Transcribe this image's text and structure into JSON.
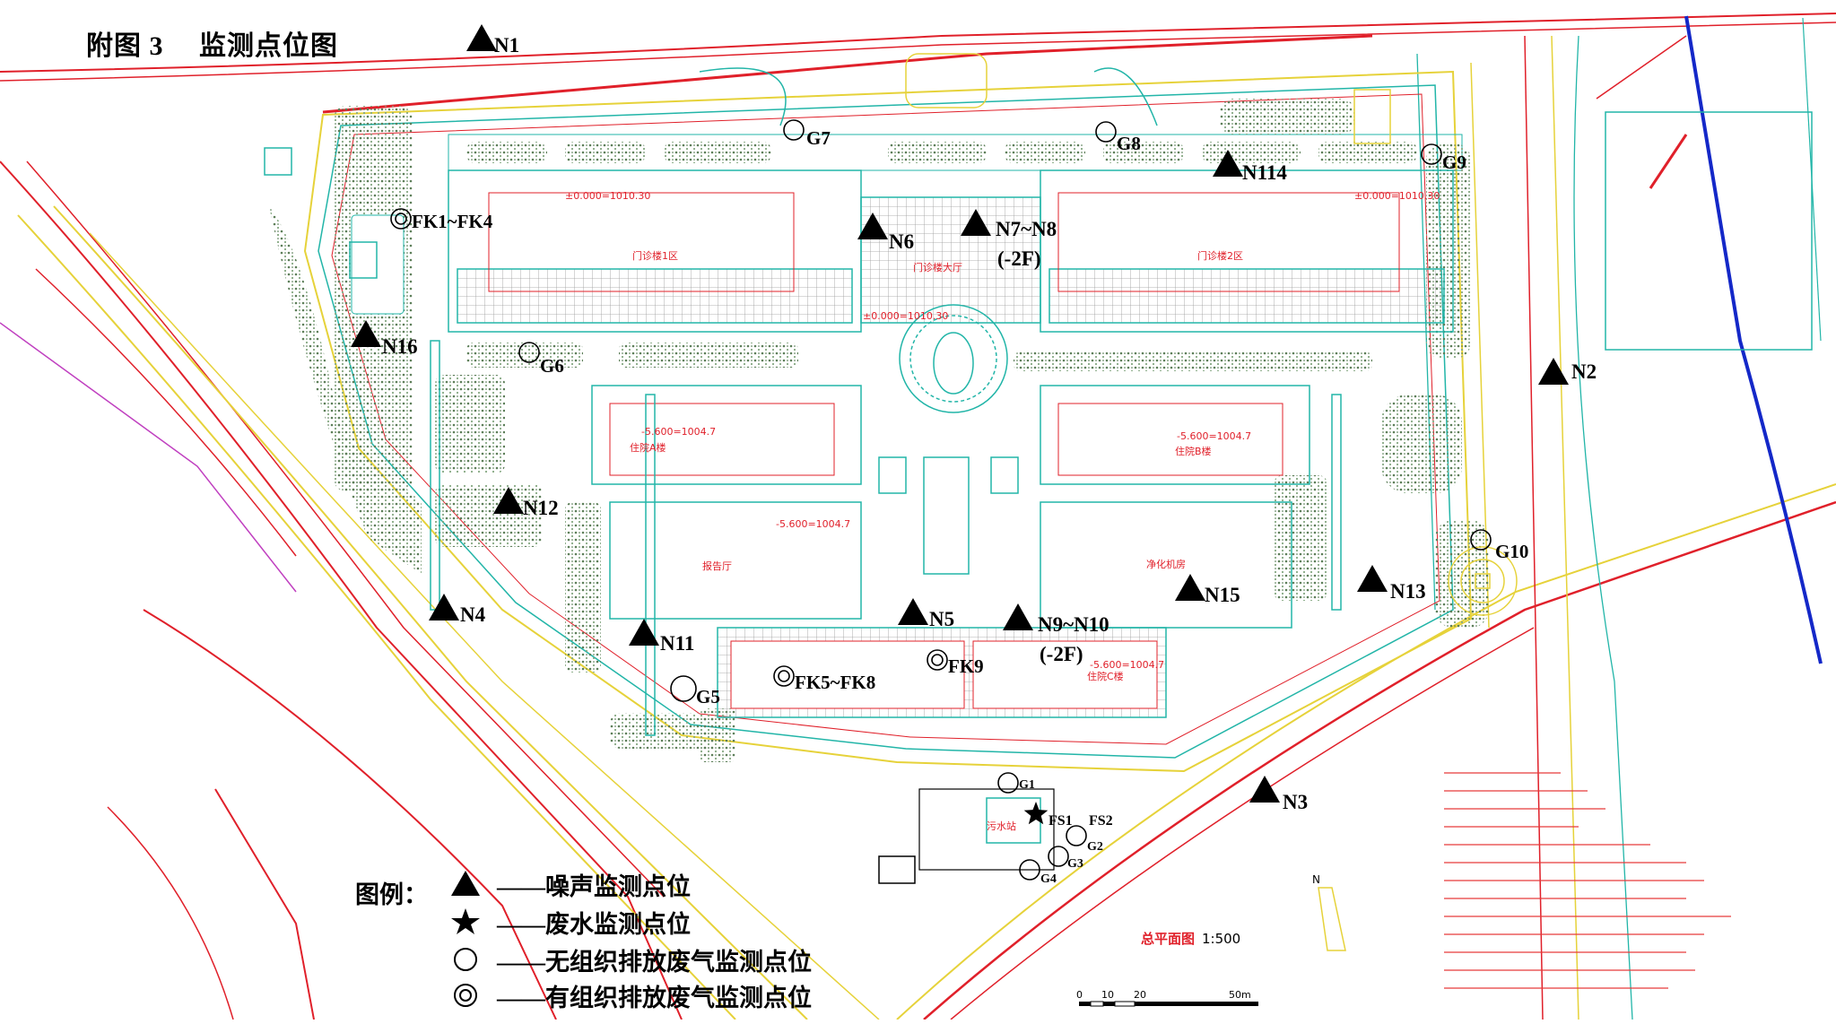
{
  "figure": {
    "title": "附图 3　 监测点位图"
  },
  "legend": {
    "heading": "图例：",
    "noise": "——噪声监测点位",
    "wastewater": "——废水监测点位",
    "unorganized_gas": "——无组织排放废气监测点位",
    "organized_gas": "——有组织排放废气监测点位"
  },
  "noise_points": [
    {
      "id": "N1",
      "label": "N1"
    },
    {
      "id": "N2",
      "label": "N2"
    },
    {
      "id": "N3",
      "label": "N3"
    },
    {
      "id": "N4",
      "label": "N4"
    },
    {
      "id": "N5",
      "label": "N5"
    },
    {
      "id": "N6",
      "label": "N6"
    },
    {
      "id": "N7-N8",
      "label": "N7~N8",
      "sub": "(-2F)"
    },
    {
      "id": "N9-N10",
      "label": "N9~N10",
      "sub": "(-2F)"
    },
    {
      "id": "N11",
      "label": "N11"
    },
    {
      "id": "N12",
      "label": "N12"
    },
    {
      "id": "N13",
      "label": "N13"
    },
    {
      "id": "N114",
      "label": "N114"
    },
    {
      "id": "N15",
      "label": "N15"
    },
    {
      "id": "N16",
      "label": "N16"
    }
  ],
  "wastewater_points": [
    {
      "id": "FS1",
      "label": "FS1"
    },
    {
      "id": "FS2",
      "label": "FS2"
    }
  ],
  "unorganized_points": [
    {
      "id": "G1",
      "label": "G1"
    },
    {
      "id": "G2",
      "label": "G2"
    },
    {
      "id": "G3",
      "label": "G3"
    },
    {
      "id": "G4",
      "label": "G4"
    },
    {
      "id": "G5",
      "label": "G5"
    },
    {
      "id": "G6",
      "label": "G6"
    },
    {
      "id": "G7",
      "label": "G7"
    },
    {
      "id": "G8",
      "label": "G8"
    },
    {
      "id": "G9",
      "label": "G9"
    },
    {
      "id": "G10",
      "label": "G10"
    }
  ],
  "organized_points": [
    {
      "id": "FK1-FK4",
      "label": "FK1~FK4"
    },
    {
      "id": "FK5-FK8",
      "label": "FK5~FK8"
    },
    {
      "id": "FK9",
      "label": "FK9"
    }
  ],
  "plan_labels": {
    "outpatient_1": "门诊楼1区",
    "outpatient_2": "门诊楼2区",
    "outpatient_hall": "门诊楼大厅",
    "inpatient_a": "住院A楼",
    "inpatient_b": "住院B楼",
    "inpatient_c": "住院C楼",
    "hall": "报告厅",
    "purification": "净化机房",
    "sewage": "污水站",
    "elev_main": "±0.000=1010.30",
    "elev_low": "-5.600=1004.7",
    "plan_name": "总平面图",
    "plan_scale": "1:500",
    "scale_ticks": [
      "0",
      "10",
      "20",
      "50m"
    ],
    "north": "N"
  },
  "colors": {
    "marker": "#000000",
    "road_red": "#e0202a",
    "building_cyan": "#22b5a8",
    "green_hatch": "#6f8f6a",
    "road_yellow": "#e6d23a",
    "river_blue": "#1428c8",
    "note_red": "#e83a3a"
  }
}
